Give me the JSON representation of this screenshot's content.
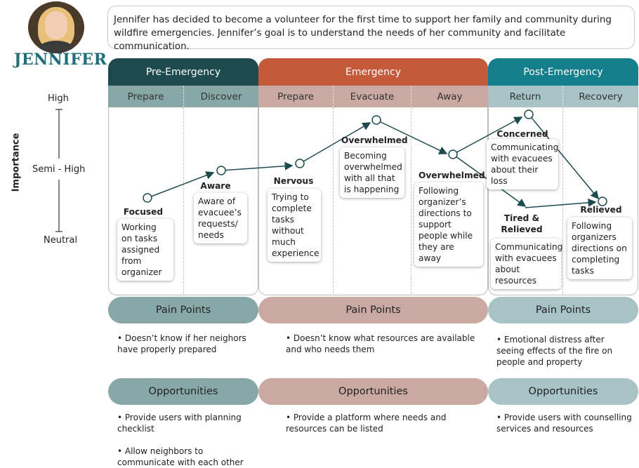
{
  "persona": {
    "name": "JENNIFER",
    "photo_alt": "Jennifer"
  },
  "intro": "Jennifer has decided to become a volunteer for the first time to support her family and community during wildfire emergencies. Jennifer’s goal is to understand the needs of her community and facilitate communication.",
  "axis": {
    "title": "Importance",
    "high": "High",
    "mid": "Semi - High",
    "low": "Neutral"
  },
  "colors": {
    "pre": "#1d4a4f",
    "emergency": "#c4593b",
    "post": "#137f8c",
    "pre_light": "#88a8a8",
    "emergency_light": "#c9a9a1",
    "post_light": "#a7c3c6"
  },
  "phases": [
    {
      "label": "Pre-Emergency",
      "steps": [
        "Prepare",
        "Discover"
      ]
    },
    {
      "label": "Emergency",
      "steps": [
        "Prepare",
        "Evacuate",
        "Away"
      ]
    },
    {
      "label": "Post-Emergency",
      "steps": [
        "Return",
        "Recovery"
      ]
    }
  ],
  "journey": [
    {
      "emotion": "Focused",
      "text": "Working on tasks assigned from organizer"
    },
    {
      "emotion": "Aware",
      "text": "Aware of evacuee’s requests/ needs"
    },
    {
      "emotion": "Nervous",
      "text": "Trying to complete tasks without much experience"
    },
    {
      "emotion": "Overwhelmed",
      "text": "Becoming overwhelmed with all that is happening"
    },
    {
      "emotion": "Overwhelmed",
      "text": "Following organizer’s directions to support people while they are away"
    },
    {
      "emotion": "Concerned",
      "text": "Communicating with evacuees about their loss"
    },
    {
      "emotion": "Tired & Relieved",
      "text": "Communicating with evacuees about resources"
    },
    {
      "emotion": "Relieved",
      "text": "Following organizers directions on completing tasks"
    }
  ],
  "pain_label": "Pain Points",
  "opp_label": "Opportunities",
  "pain_points": [
    "• Doesn’t know if her neighors have properly prepared",
    "• Doesn’t know what resources are available and who needs them",
    "• Emotional distress after seeing effects of the fire on people and property"
  ],
  "opportunities": [
    [
      "• Provide users with planning checklist",
      "• Allow neighbors to communicate with each other"
    ],
    [
      "• Provide a platform where needs and resources can be listed"
    ],
    [
      "• Provide users with counselling services and resources"
    ]
  ]
}
